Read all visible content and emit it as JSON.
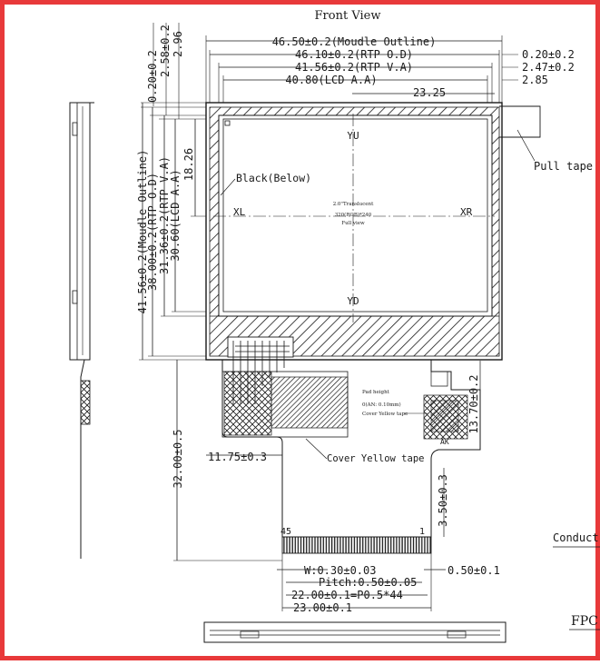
{
  "colors": {
    "frame": "#e8393a",
    "ink": "#1a1a1a",
    "paper": "#ffffff"
  },
  "header": {
    "title": "Front View"
  },
  "dims": {
    "module_outline_w": "46.50±0.2(Moudle Outline)",
    "rtp_od_w": "46.10±0.2(RTP O.D)",
    "rtp_va_w": "41.56±0.2(RTP V.A)",
    "lcd_aa_w": "40.80(LCD A.A)",
    "center_x": "23.25",
    "right_off_1": "0.20±0.2",
    "right_off_2": "2.47±0.2",
    "right_off_3": "2.85",
    "left_off_1": "0.20±0.2",
    "left_off_2": "2.58±0.2",
    "left_off_3": "2.96",
    "module_outline_h": "41.56±0.2(Moudle Outline)",
    "rtp_od_h": "38.00±0.2(RTP O.D)",
    "rtp_va_h": "31.36±0.2(RTP V.A)",
    "lcd_aa_h": "30.60(LCD A.A)",
    "center_y": "18.26",
    "fpc_total_h": "32.00±0.5",
    "fpc_offset_x": "11.75±0.3",
    "right_tail_h": "13.70±0.2",
    "tail_len": "3.50±0.3",
    "pin_width": "W:0.30±0.03",
    "pin_pitch": "Pitch:0.50±0.05",
    "pin_span": "22.00±0.1=P0.5*44",
    "fpc_width": "23.00±0.1",
    "edge_gap": "0.50±0.1"
  },
  "labels": {
    "yu": "YU",
    "yd": "YD",
    "xl": "XL",
    "xr": "XR",
    "black_below": "Black(Below)",
    "pull_tape": "Pull tape",
    "cover_yellow_tape": "Cover Yellow tape",
    "center_note_1": "2.0\"Translucent",
    "center_note_2": "320(RGB)*240",
    "center_note_3": "Full view",
    "pad_note_1": "Pad height",
    "pad_note_2": "0(AN: 0.10mm)",
    "pad_note_3": "Cover Yellow tape",
    "ak": "AK",
    "pin_45": "45",
    "pin_1": "1",
    "conduct": "Conduct",
    "fpc": "FPC"
  }
}
